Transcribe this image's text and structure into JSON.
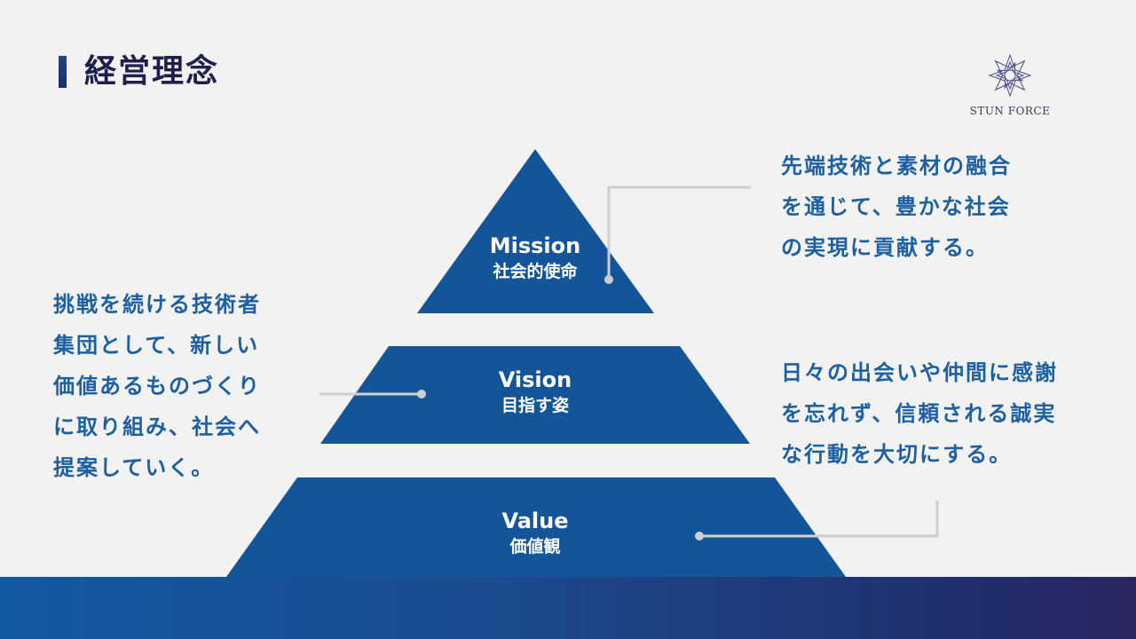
{
  "header": {
    "title": "経営理念"
  },
  "logo": {
    "text": "STUN FORCE"
  },
  "pyramid": {
    "colors": {
      "tier": "#135598",
      "connector": "#cfcfcf",
      "text": "#1d5fa3"
    },
    "tiers": [
      {
        "en": "Mission",
        "ja": "社会的使命",
        "description": "先端技術と素材の融合\nを通じて、豊かな社会\nの実現に貢献する。"
      },
      {
        "en": "Vision",
        "ja": "目指す姿",
        "description": "挑戦を続ける技術者\n集団として、新しい\n価値あるものづくり\nに取り組み、社会へ\n提案していく。"
      },
      {
        "en": "Value",
        "ja": "価値観",
        "description": "日々の出会いや仲間に感謝\nを忘れず、信頼される誠実\nな行動を大切にする。"
      }
    ]
  }
}
